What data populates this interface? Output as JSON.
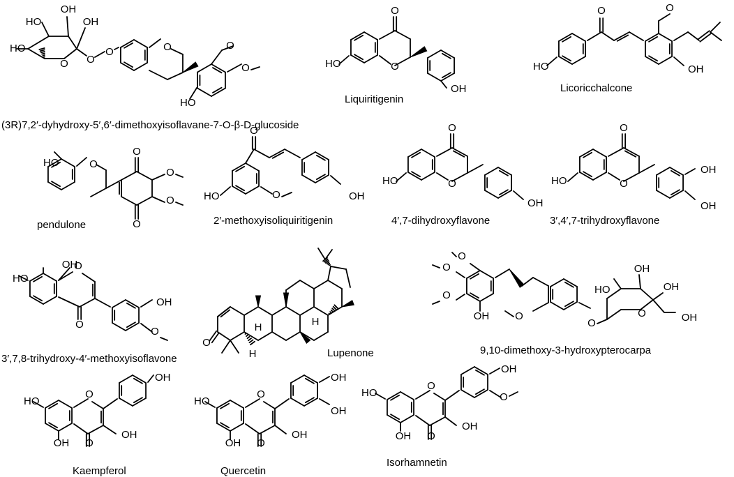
{
  "compounds": [
    {
      "id": "c1",
      "name": "(3R)7,2′-dyhydroxy-5′,6′-dimethoxyisoflavane-7-O-β-D-glucoside"
    },
    {
      "id": "c2",
      "name": "Liquiritigenin"
    },
    {
      "id": "c3",
      "name": "Licoricchalcone"
    },
    {
      "id": "c4",
      "name": "pendulone"
    },
    {
      "id": "c5",
      "name": "2′-methoxyisoliquiritigenin"
    },
    {
      "id": "c6",
      "name": "4′,7-dihydroxyflavone"
    },
    {
      "id": "c7",
      "name": "3′,4′,7-trihydroxyflavone"
    },
    {
      "id": "c8",
      "name": "3′,7,8-trihydroxy-4′-methoxyisoflavone"
    },
    {
      "id": "c9",
      "name": "Lupenone"
    },
    {
      "id": "c10",
      "name": "9,10-dimethoxy-3-hydroxypterocarpa"
    },
    {
      "id": "c11",
      "name": "Kaempferol"
    },
    {
      "id": "c12",
      "name": "Quercetin"
    },
    {
      "id": "c13",
      "name": "Isorhamnetin"
    }
  ],
  "atoms": {
    "OH": "OH",
    "HO": "HO",
    "O": "O",
    "H": "H"
  }
}
